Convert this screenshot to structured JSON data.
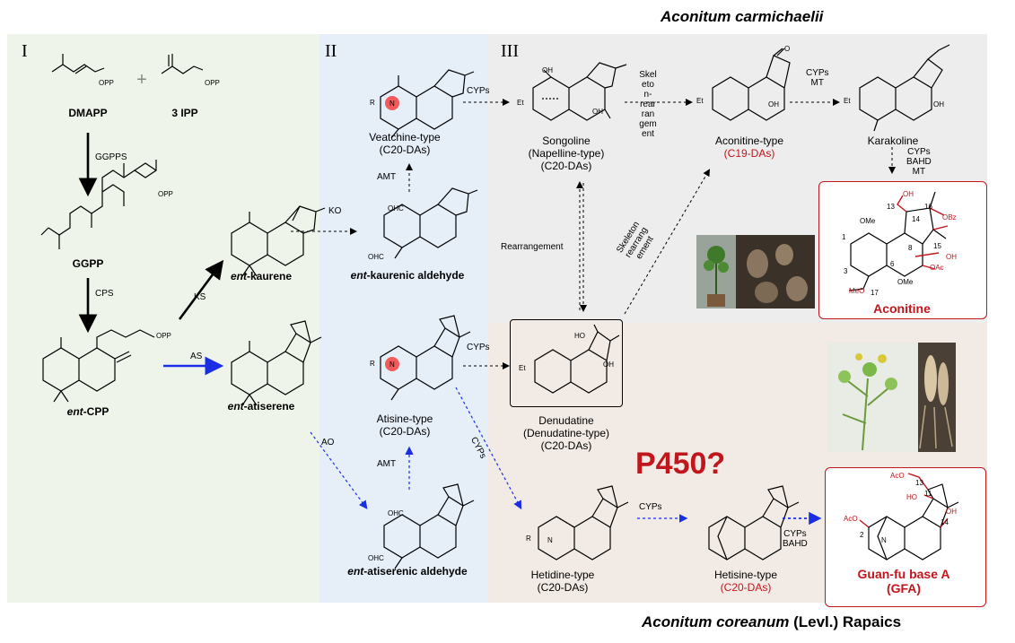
{
  "species": {
    "top": "Aconitum carmichaelii",
    "bottom_italic": "Aconitum coreanum",
    "bottom_rest": " (Levl.) Rapaics"
  },
  "sections": {
    "I": "I",
    "II": "II",
    "III": "III"
  },
  "compounds": {
    "dmapp": "DMAPP",
    "ipp": "3 IPP",
    "plus": "+",
    "ggpp": "GGPP",
    "entcpp_it": "ent",
    "entcpp_rest": "-CPP",
    "entkaurene_it": "ent",
    "entkaurene_rest": "-kaurene",
    "entatiserene_it": "ent",
    "entatiserene_rest": "-atiserene",
    "kald_it": "ent",
    "kald_rest": "-kaurenic aldehyde",
    "aald_it": "ent",
    "aald_rest": "-atiserenic aldehyde",
    "veatchine1": "Veatchine-type",
    "veatchine2": "(C20-DAs)",
    "atisine1": "Atisine-type",
    "atisine2": "(C20-DAs)",
    "songoline1": "Songoline",
    "songoline2": "(Napelline-type)",
    "songoline3": "(C20-DAs)",
    "aconitine_type1": "Aconitine-type",
    "aconitine_type2": "(C19-DAs)",
    "karakoline": "Karakoline",
    "aconitine": "Aconitine",
    "denudatine1": "Denudatine",
    "denudatine2": "(Denudatine-type)",
    "denudatine3": "(C20-DAs)",
    "hetidine1": "Hetidine-type",
    "hetidine2": "(C20-DAs)",
    "hetisine1": "Hetisine-type",
    "hetisine2": "(C20-DAs)",
    "gfa1": "Guan-fu base A",
    "gfa2": "(GFA)"
  },
  "enzymes": {
    "ggpps": "GGPPS",
    "cps": "CPS",
    "ks": "KS",
    "as": "AS",
    "ko": "KO",
    "ao": "AO",
    "amt_top": "AMT",
    "amt_bot": "AMT",
    "cyps_veatchine": "CYPs",
    "skel_rear_vertical": "Skel\neto\nn-\nrear\nran\ngem\nent",
    "cyps_mt": "CYPs\nMT",
    "cyps_bahd_mt": "CYPs\nBAHD\nMT",
    "rearrangement": "Rearrangement",
    "skeleton_diag": "Skeleton\nrearrang\nement",
    "cyps_atisine": "CYPs",
    "cyps_diag": "CYPs",
    "cyps_hetidine": "CYPs",
    "cyps_bahd": "CYPs\nBAHD"
  },
  "p450": "P450?",
  "atoms": {
    "opp1": "OPP",
    "opp2": "OPP",
    "opp3": "OPP",
    "opp4": "OPP",
    "r1": "R",
    "n1": "N",
    "r2": "R",
    "n2": "N",
    "r3": "R",
    "n3": "N",
    "ohc1": "OHC",
    "ohc2": "OHC",
    "ohc3": "OHC",
    "ohc4": "OHC",
    "et1": "Et",
    "et2": "Et",
    "et3": "Et",
    "et4": "Et",
    "oh_song1": "OH",
    "oh_song2": "OH",
    "oh_acon1": "OH",
    "oh_acon2": "O",
    "oh_kara": "OH",
    "ho_den": "HO",
    "oh_den": "OH",
    "ac_13": "13",
    "ac_16": "16",
    "ac_14": "14",
    "ac_15": "15",
    "ac_1": "1",
    "ac_3": "3",
    "ac_6": "6",
    "ac_8": "8",
    "ac_17": "17",
    "ac_ome1": "OMe",
    "ac_ome2": "OMe",
    "ac_meo": "MeO",
    "ac_obz": "OBz",
    "ac_oac": "OAc",
    "ac_oh13": "OH",
    "ac_oh15": "OH",
    "g_aco1": "AcO",
    "g_aco2": "AcO",
    "g_ho": "HO",
    "g_oh": "OH",
    "g_13": "13",
    "g_11": "11",
    "g_14": "14",
    "g_2": "2",
    "g_n": "N"
  }
}
